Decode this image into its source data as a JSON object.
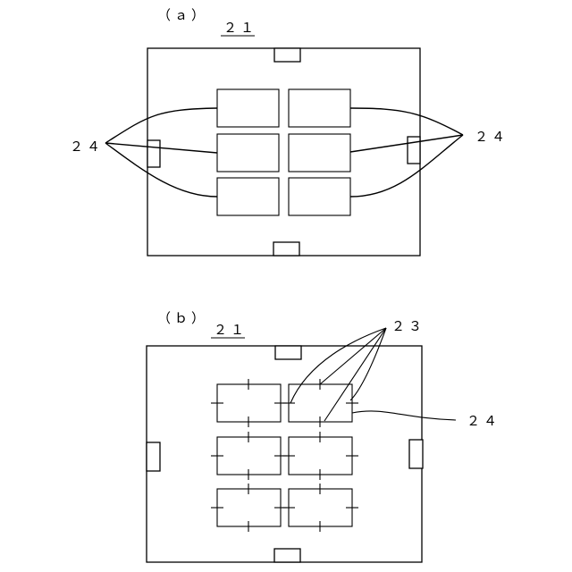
{
  "figure_a": {
    "label": "（ａ）",
    "ref_board": "２１",
    "ref_left": "２４",
    "ref_right": "２４"
  },
  "figure_b": {
    "label": "（ｂ）",
    "ref_board": "２１",
    "ref_marks": "２３",
    "ref_right": "２４"
  }
}
